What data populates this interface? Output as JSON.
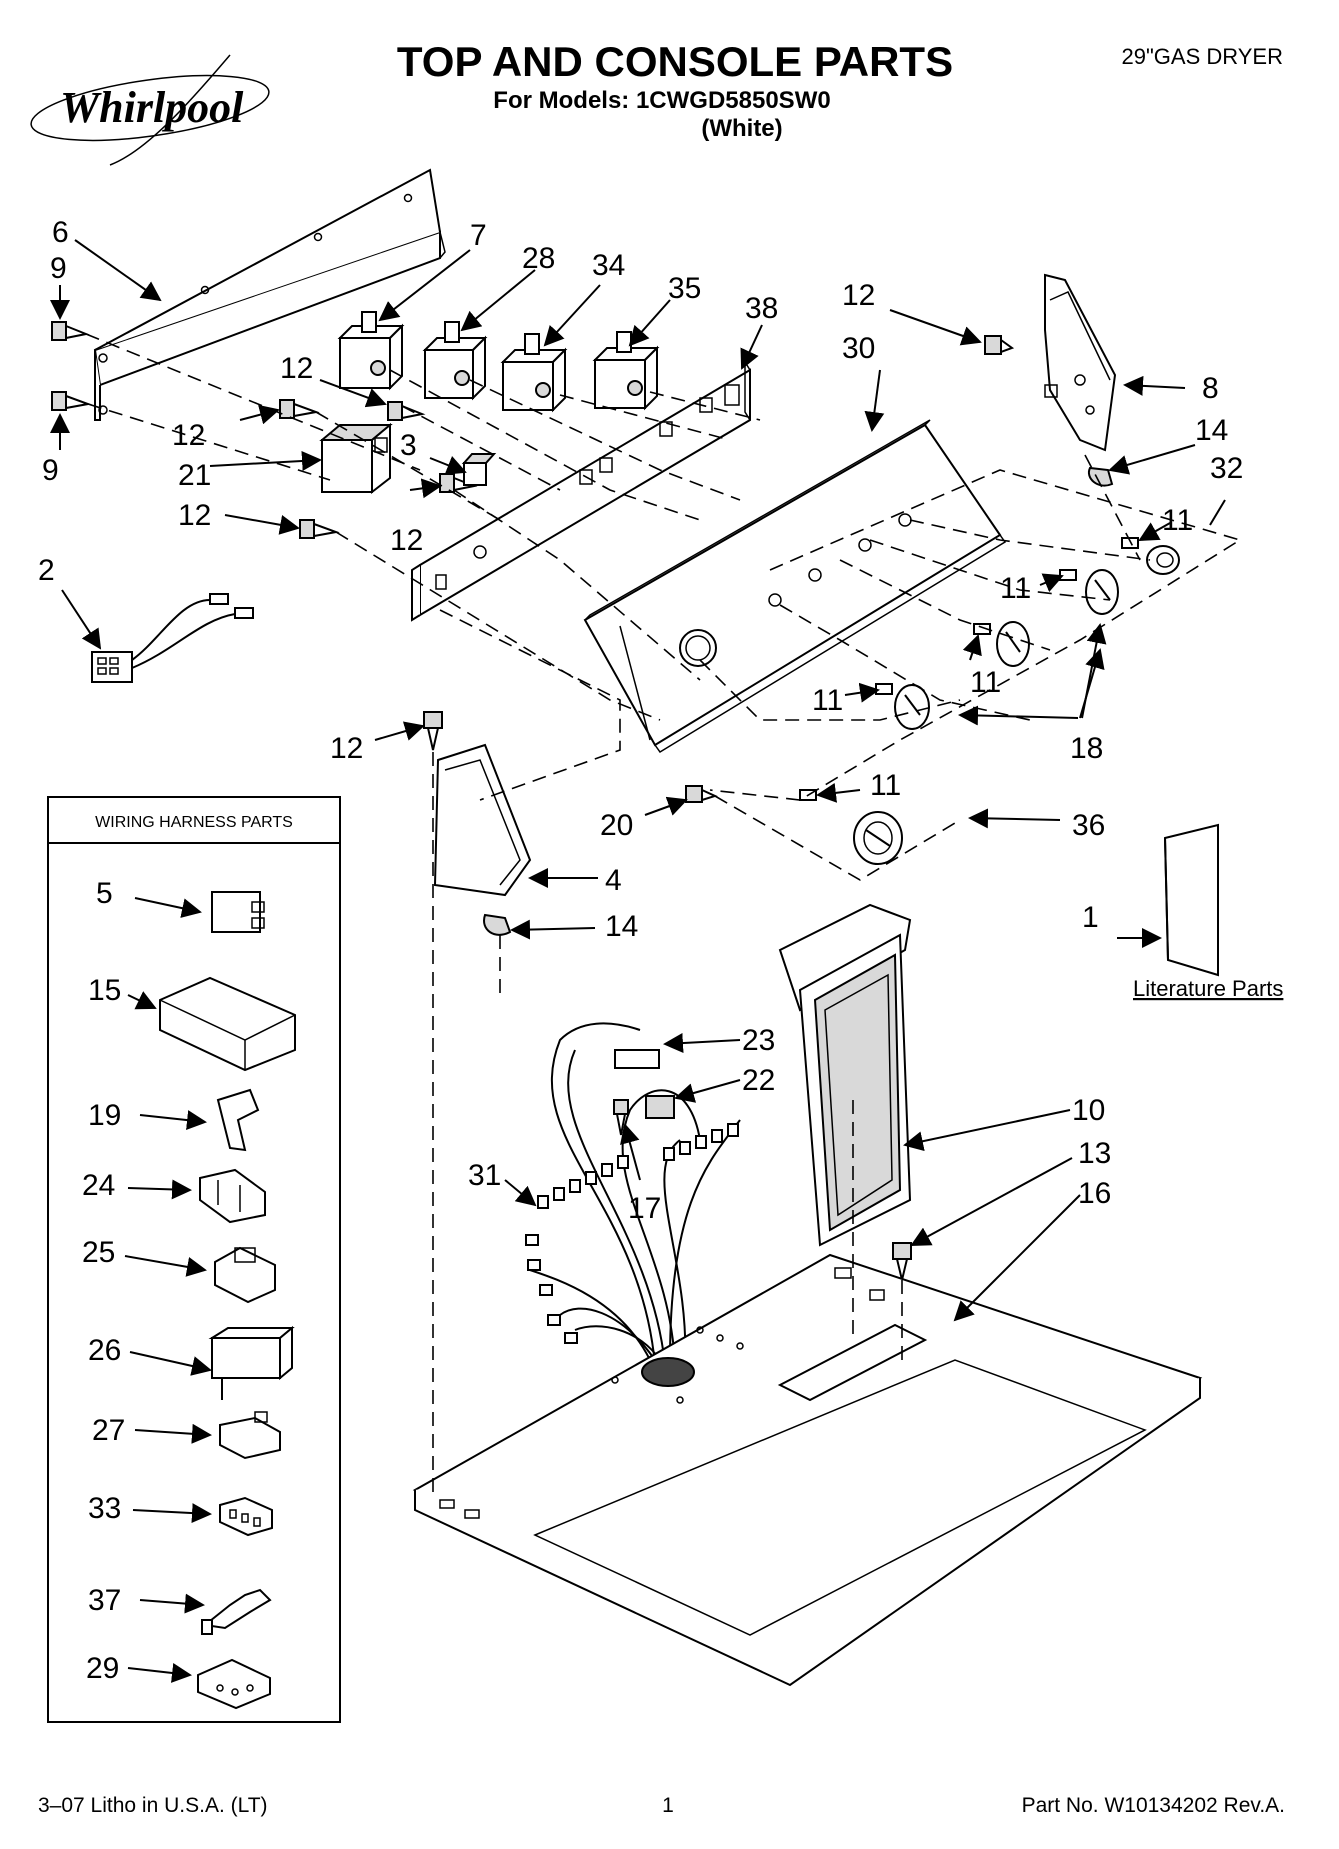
{
  "header": {
    "brand": "Whirlpool",
    "title": "TOP AND CONSOLE PARTS",
    "models_line": "For Models: 1CWGD5850SW0",
    "color_line": "(White)",
    "product": "29\"GAS DRYER"
  },
  "harness_box": {
    "title": "WIRING HARNESS PARTS",
    "items": [
      "5",
      "15",
      "19",
      "24",
      "25",
      "26",
      "27",
      "33",
      "37",
      "29"
    ]
  },
  "literature": {
    "number": "1",
    "label": "Literature Parts"
  },
  "callouts": {
    "c6": "6",
    "c9a": "9",
    "c9b": "9",
    "c7": "7",
    "c28": "28",
    "c34": "34",
    "c35": "35",
    "c38": "38",
    "c12a": "12",
    "c30": "30",
    "c8": "8",
    "c14a": "14",
    "c32": "32",
    "c12b": "12",
    "c12c": "12",
    "c3": "3",
    "c21": "21",
    "c12d": "12",
    "c12e": "12",
    "c11a": "11",
    "c11b": "11",
    "c11c": "11",
    "c11d": "11",
    "c11e": "11",
    "c2": "2",
    "c18": "18",
    "c12f": "12",
    "c20": "20",
    "c36": "36",
    "c4": "4",
    "c14b": "14",
    "c23": "23",
    "c22": "22",
    "c10": "10",
    "c13": "13",
    "c16": "16",
    "c31": "31",
    "c17": "17"
  },
  "footer": {
    "litho": "3–07 Litho in U.S.A. (LT)",
    "page": "1",
    "part_no": "Part No. W10134202 Rev.A."
  }
}
